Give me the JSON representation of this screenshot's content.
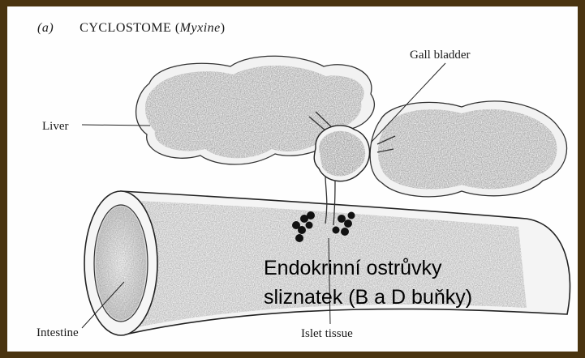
{
  "figure": {
    "panel_tag": "(a)",
    "title_main": "CYCLOSTOME (",
    "title_genus": "Myxine",
    "title_close": ")"
  },
  "labels": {
    "liver": "Liver",
    "gall_bladder": "Gall bladder",
    "intestine": "Intestine",
    "islet_tissue": "Islet tissue"
  },
  "caption": {
    "line1": "Endokrinní ostrůvky",
    "line2": "sliznatek (B a D buňky)"
  },
  "colors": {
    "frame": "#4a3410",
    "ink": "#1a1a1a",
    "islet_cells": "#111111"
  }
}
